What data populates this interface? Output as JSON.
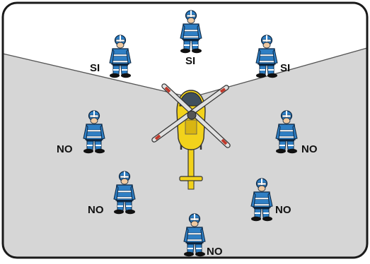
{
  "labels": {
    "allowed": "SI",
    "forbidden": "NO"
  },
  "people": [
    {
      "id": "top-center",
      "status": "allowed"
    },
    {
      "id": "top-left",
      "status": "allowed"
    },
    {
      "id": "top-right",
      "status": "allowed"
    },
    {
      "id": "mid-left",
      "status": "forbidden"
    },
    {
      "id": "mid-right",
      "status": "forbidden"
    },
    {
      "id": "low-left",
      "status": "forbidden"
    },
    {
      "id": "low-right",
      "status": "forbidden"
    },
    {
      "id": "bottom-center",
      "status": "forbidden"
    }
  ],
  "colors": {
    "forbidden_zone": "#d6d6d6",
    "allowed_zone": "#ffffff",
    "border": "#1a1a1a",
    "helicopter_body": "#f2d21b",
    "rotor": "#e0e0e0",
    "rotor_stripe": "#c0392b",
    "uniform": "#2f7fc4"
  },
  "icons": {
    "vehicle": "helicopter-icon",
    "person": "person-icon"
  }
}
